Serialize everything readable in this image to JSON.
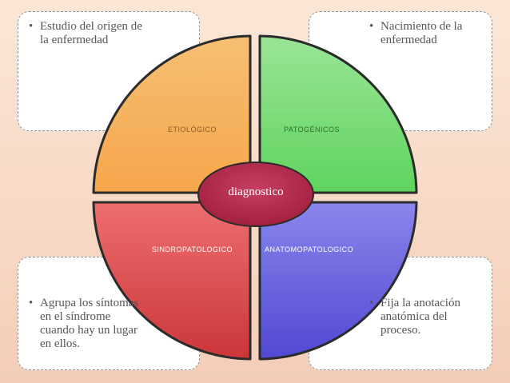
{
  "boxes": {
    "top_left": {
      "bullet": "•",
      "text": "Estudio del origen de la enfermedad"
    },
    "top_right": {
      "bullet": "•",
      "text": "Nacimiento de la enfermedad"
    },
    "bottom_left": {
      "bullet": "•",
      "text": "Agrupa los síntomas en el síndrome cuando hay un lugar en ellos."
    },
    "bottom_right": {
      "bullet": "•",
      "text": "Fija la anotación anatómica del proceso."
    }
  },
  "quadrants": {
    "top_left": {
      "label": "ETIOLÓGICO",
      "color": "#f8b35e"
    },
    "top_right": {
      "label": "PATOGÉNICOS",
      "color": "#7de07a"
    },
    "bottom_left": {
      "label": "SINDROPATOLOGICO",
      "color": "#d9484a"
    },
    "bottom_right": {
      "label": "ANATOMOPATOLOGICO",
      "color": "#6f69e0"
    }
  },
  "center": {
    "label": "diagnostico",
    "color": "#b02a4c"
  }
}
